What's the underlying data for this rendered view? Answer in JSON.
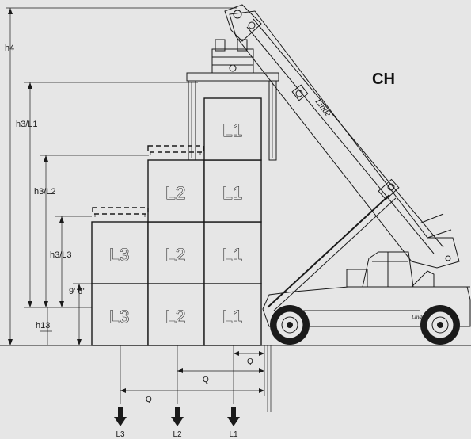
{
  "diagram": {
    "badge": "CH",
    "brand": "Linde",
    "dimensions": {
      "h4": "h4",
      "h3_l1": "h3/L1",
      "h3_l2": "h3/L2",
      "h3_l3": "h3/L3",
      "h13": "h13",
      "container_height": "9' 6\"",
      "q": "Q"
    },
    "containers": [
      {
        "label": "L1",
        "row": "top",
        "column": "L1"
      },
      {
        "label": "L2",
        "row": 3,
        "column": "L2"
      },
      {
        "label": "L1",
        "row": 3,
        "column": "L1"
      },
      {
        "label": "L3",
        "row": 2,
        "column": "L3"
      },
      {
        "label": "L2",
        "row": 2,
        "column": "L2"
      },
      {
        "label": "L1",
        "row": 2,
        "column": "L1"
      },
      {
        "label": "L3",
        "row": 1,
        "column": "L3"
      },
      {
        "label": "L2",
        "row": 1,
        "column": "L2"
      },
      {
        "label": "L1",
        "row": 1,
        "column": "L1"
      }
    ],
    "load_arrows": [
      "L3",
      "L2",
      "L1"
    ],
    "colors": {
      "background": "#e6e6e6",
      "line": "#1a1a1a"
    }
  }
}
